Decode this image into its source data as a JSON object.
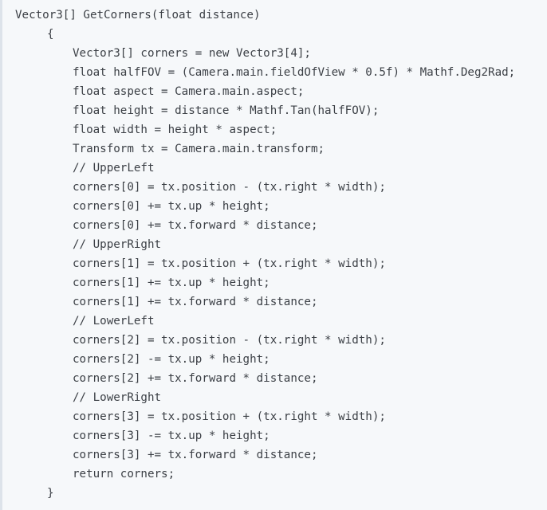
{
  "code": {
    "lines": [
      "Vector3[] GetCorners(float distance)",
      "{",
      "Vector3[] corners = new Vector3[4];",
      "float halfFOV = (Camera.main.fieldOfView * 0.5f) * Mathf.Deg2Rad;",
      "float aspect = Camera.main.aspect;",
      "float height = distance * Mathf.Tan(halfFOV);",
      "float width = height * aspect;",
      "Transform tx = Camera.main.transform;",
      "// UpperLeft",
      "corners[0] = tx.position - (tx.right * width);",
      "corners[0] += tx.up * height;",
      "corners[0] += tx.forward * distance;",
      "// UpperRight",
      "corners[1] = tx.position + (tx.right * width);",
      "corners[1] += tx.up * height;",
      "corners[1] += tx.forward * distance;",
      "// LowerLeft",
      "corners[2] = tx.position - (tx.right * width);",
      "corners[2] -= tx.up * height;",
      "corners[2] += tx.forward * distance;",
      "// LowerRight",
      "corners[3] = tx.position + (tx.right * width);",
      "corners[3] -= tx.up * height;",
      "corners[3] += tx.forward * distance;",
      "return corners;",
      "}"
    ]
  }
}
